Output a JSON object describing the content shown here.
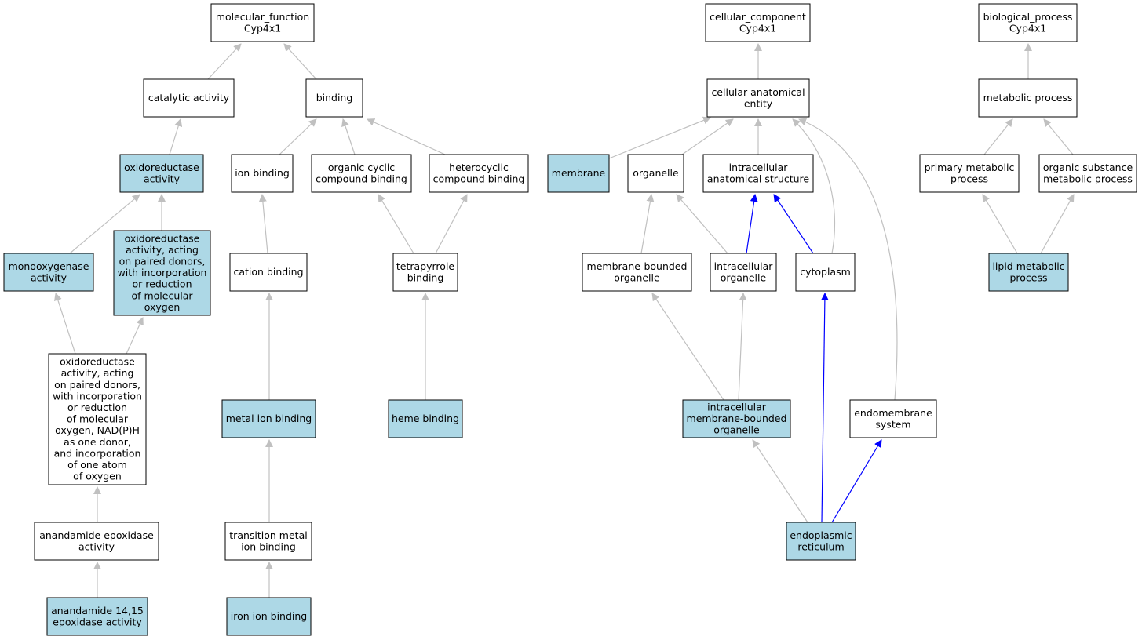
{
  "colors": {
    "highlight": "#add8e6",
    "plain": "#ffffff",
    "edge_gray": "#c0c0c0",
    "edge_blue": "#0000ff"
  },
  "nodes": {
    "mf": {
      "lines": [
        "molecular_function",
        "Cyp4x1"
      ],
      "highlight": false
    },
    "cat": {
      "lines": [
        "catalytic activity"
      ],
      "highlight": false
    },
    "bind": {
      "lines": [
        "binding"
      ],
      "highlight": false
    },
    "oxr": {
      "lines": [
        "oxidoreductase",
        "activity"
      ],
      "highlight": true
    },
    "ionb": {
      "lines": [
        "ion binding"
      ],
      "highlight": false
    },
    "ocb": {
      "lines": [
        "organic cyclic",
        "compound binding"
      ],
      "highlight": false
    },
    "hcb": {
      "lines": [
        "heterocyclic",
        "compound binding"
      ],
      "highlight": false
    },
    "mono": {
      "lines": [
        "monooxygenase",
        "activity"
      ],
      "highlight": true
    },
    "oxpd": {
      "lines": [
        "oxidoreductase",
        "activity, acting",
        "on paired donors,",
        "with incorporation",
        "or reduction",
        "of molecular",
        "oxygen"
      ],
      "highlight": true
    },
    "catb": {
      "lines": [
        "cation binding"
      ],
      "highlight": false
    },
    "tetb": {
      "lines": [
        "tetrapyrrole",
        "binding"
      ],
      "highlight": false
    },
    "oxnad": {
      "lines": [
        "oxidoreductase",
        "activity, acting",
        "on paired donors,",
        "with incorporation",
        "or reduction",
        "of molecular",
        "oxygen, NAD(P)H",
        "as one donor,",
        "and incorporation",
        "of one atom",
        "of oxygen"
      ],
      "highlight": false
    },
    "mib": {
      "lines": [
        "metal ion binding"
      ],
      "highlight": true
    },
    "heme": {
      "lines": [
        "heme binding"
      ],
      "highlight": true
    },
    "anan": {
      "lines": [
        "anandamide epoxidase",
        "activity"
      ],
      "highlight": false
    },
    "tmib": {
      "lines": [
        "transition metal",
        "ion binding"
      ],
      "highlight": false
    },
    "a1415": {
      "lines": [
        "anandamide 14,15",
        "epoxidase activity"
      ],
      "highlight": true
    },
    "iron": {
      "lines": [
        "iron ion binding"
      ],
      "highlight": true
    },
    "cc": {
      "lines": [
        "cellular_component",
        "Cyp4x1"
      ],
      "highlight": false
    },
    "cae": {
      "lines": [
        "cellular anatomical",
        "entity"
      ],
      "highlight": false
    },
    "memb": {
      "lines": [
        "membrane"
      ],
      "highlight": true
    },
    "org": {
      "lines": [
        "organelle"
      ],
      "highlight": false
    },
    "ias": {
      "lines": [
        "intracellular",
        "anatomical structure"
      ],
      "highlight": false
    },
    "mbo": {
      "lines": [
        "membrane-bounded",
        "organelle"
      ],
      "highlight": false
    },
    "io": {
      "lines": [
        "intracellular",
        "organelle"
      ],
      "highlight": false
    },
    "cyto": {
      "lines": [
        "cytoplasm"
      ],
      "highlight": false
    },
    "imbo": {
      "lines": [
        "intracellular",
        "membrane-bounded",
        "organelle"
      ],
      "highlight": true
    },
    "endo": {
      "lines": [
        "endomembrane",
        "system"
      ],
      "highlight": false
    },
    "er": {
      "lines": [
        "endoplasmic",
        "reticulum"
      ],
      "highlight": true
    },
    "bp": {
      "lines": [
        "biological_process",
        "Cyp4x1"
      ],
      "highlight": false
    },
    "metp": {
      "lines": [
        "metabolic process"
      ],
      "highlight": false
    },
    "pmp": {
      "lines": [
        "primary metabolic",
        "process"
      ],
      "highlight": false
    },
    "osmp": {
      "lines": [
        "organic substance",
        "metabolic process"
      ],
      "highlight": false
    },
    "lmp": {
      "lines": [
        "lipid metabolic",
        "process"
      ],
      "highlight": true
    }
  },
  "edges": [
    {
      "from": "cat",
      "to": "mf",
      "color": "gray"
    },
    {
      "from": "bind",
      "to": "mf",
      "color": "gray"
    },
    {
      "from": "oxr",
      "to": "cat",
      "color": "gray"
    },
    {
      "from": "ionb",
      "to": "bind",
      "color": "gray"
    },
    {
      "from": "ocb",
      "to": "bind",
      "color": "gray"
    },
    {
      "from": "hcb",
      "to": "bind",
      "color": "gray"
    },
    {
      "from": "mono",
      "to": "oxr",
      "color": "gray"
    },
    {
      "from": "oxpd",
      "to": "oxr",
      "color": "gray"
    },
    {
      "from": "catb",
      "to": "ionb",
      "color": "gray"
    },
    {
      "from": "tetb",
      "to": "ocb",
      "color": "gray"
    },
    {
      "from": "tetb",
      "to": "hcb",
      "color": "gray"
    },
    {
      "from": "oxnad",
      "to": "mono",
      "color": "gray"
    },
    {
      "from": "oxnad",
      "to": "oxpd",
      "color": "gray"
    },
    {
      "from": "mib",
      "to": "catb",
      "color": "gray"
    },
    {
      "from": "heme",
      "to": "tetb",
      "color": "gray"
    },
    {
      "from": "anan",
      "to": "oxnad",
      "color": "gray"
    },
    {
      "from": "tmib",
      "to": "mib",
      "color": "gray"
    },
    {
      "from": "a1415",
      "to": "anan",
      "color": "gray"
    },
    {
      "from": "iron",
      "to": "tmib",
      "color": "gray"
    },
    {
      "from": "cae",
      "to": "cc",
      "color": "gray"
    },
    {
      "from": "memb",
      "to": "cae",
      "color": "gray"
    },
    {
      "from": "org",
      "to": "cae",
      "color": "gray"
    },
    {
      "from": "ias",
      "to": "cae",
      "color": "gray"
    },
    {
      "from": "cyto",
      "to": "cae",
      "color": "gray"
    },
    {
      "from": "endo",
      "to": "cae",
      "color": "gray"
    },
    {
      "from": "mbo",
      "to": "org",
      "color": "gray"
    },
    {
      "from": "io",
      "to": "org",
      "color": "gray"
    },
    {
      "from": "io",
      "to": "ias",
      "color": "blue"
    },
    {
      "from": "cyto",
      "to": "ias",
      "color": "blue"
    },
    {
      "from": "imbo",
      "to": "mbo",
      "color": "gray"
    },
    {
      "from": "imbo",
      "to": "io",
      "color": "gray"
    },
    {
      "from": "er",
      "to": "imbo",
      "color": "gray"
    },
    {
      "from": "er",
      "to": "cyto",
      "color": "blue"
    },
    {
      "from": "er",
      "to": "endo",
      "color": "blue"
    },
    {
      "from": "metp",
      "to": "bp",
      "color": "gray"
    },
    {
      "from": "pmp",
      "to": "metp",
      "color": "gray"
    },
    {
      "from": "osmp",
      "to": "metp",
      "color": "gray"
    },
    {
      "from": "lmp",
      "to": "pmp",
      "color": "gray"
    },
    {
      "from": "lmp",
      "to": "osmp",
      "color": "gray"
    }
  ]
}
